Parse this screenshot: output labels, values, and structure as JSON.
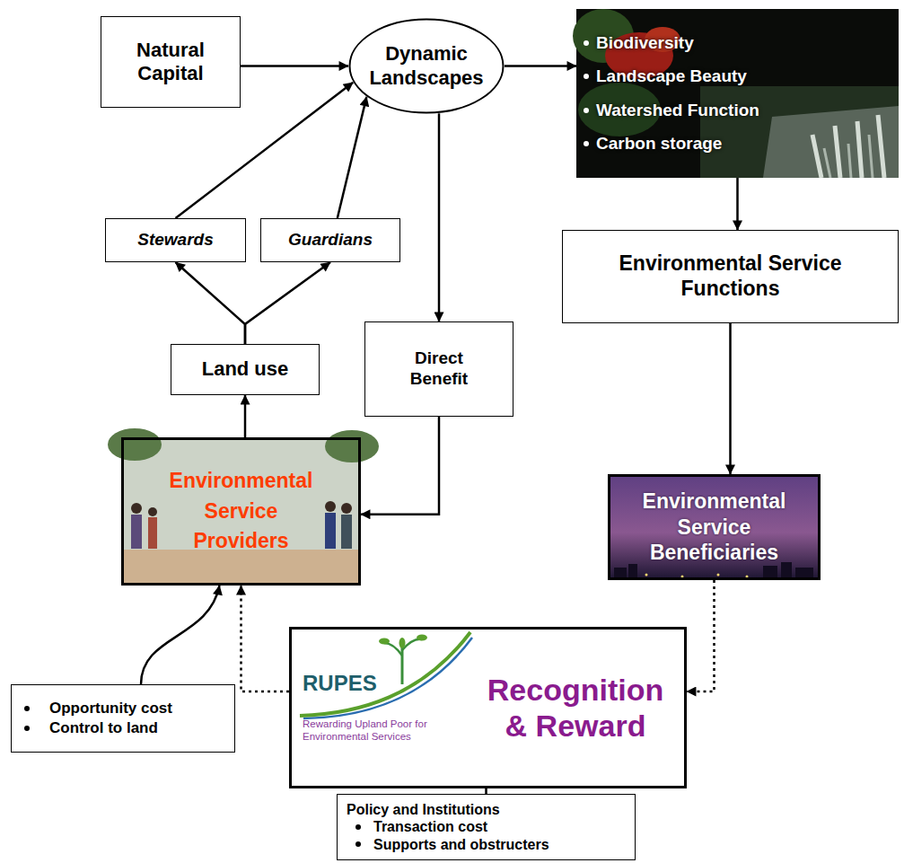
{
  "diagram": {
    "nodes": [
      {
        "text": [
          "Natural Capital"
        ]
      },
      {
        "text": [
          "Dynamic Landscapes"
        ]
      },
      {
        "text": [
          "Biodiversity",
          "Landscape Beauty",
          "Watershed Function",
          "Carbon storage"
        ]
      },
      {
        "text": [
          "Stewards"
        ]
      },
      {
        "text": [
          "Guardians"
        ]
      },
      {
        "text": [
          "Environmental Service Functions"
        ]
      },
      {
        "text": [
          "Land use"
        ]
      },
      {
        "text": [
          "Direct Benefit"
        ]
      },
      {
        "text": [
          "Environmental Service Providers"
        ]
      },
      {
        "text": [
          "Environmental Service Beneficiaries"
        ]
      },
      {
        "text": [
          "RUPES",
          "Rewarding Upland Poor for Environmental Services",
          "Recognition & Reward"
        ]
      },
      {
        "text": [
          "Opportunity cost",
          "Control to land"
        ]
      },
      {
        "text": [
          "Policy and Institutions",
          "Transaction cost",
          "Supports and obstructers"
        ]
      }
    ],
    "edges": [
      {
        "from": 0,
        "to": 1,
        "arrow": "to"
      },
      {
        "from": 3,
        "to": 1,
        "arrow": "to"
      },
      {
        "from": 4,
        "to": 1,
        "arrow": "to"
      },
      {
        "from": 1,
        "to": 2,
        "arrow": "to"
      },
      {
        "from": 2,
        "to": 5,
        "arrow": "to"
      },
      {
        "from": 5,
        "to": 9,
        "arrow": "to"
      },
      {
        "from": 1,
        "to": 7,
        "arrow": "to"
      },
      {
        "from": 7,
        "to": 8,
        "arrow": "to"
      },
      {
        "from": 8,
        "to": 6,
        "arrow": "to"
      },
      {
        "from": 6,
        "to": 3,
        "arrow": "to"
      },
      {
        "from": 6,
        "to": 4,
        "arrow": "to"
      },
      {
        "from": 9,
        "to": 10,
        "arrow": "to"
      },
      {
        "from": 10,
        "to": 8,
        "arrow": "to"
      },
      {
        "from": 11,
        "to": 8,
        "arrow": "to"
      },
      {
        "from": 10,
        "to": 12,
        "arrow": "none"
      }
    ]
  }
}
